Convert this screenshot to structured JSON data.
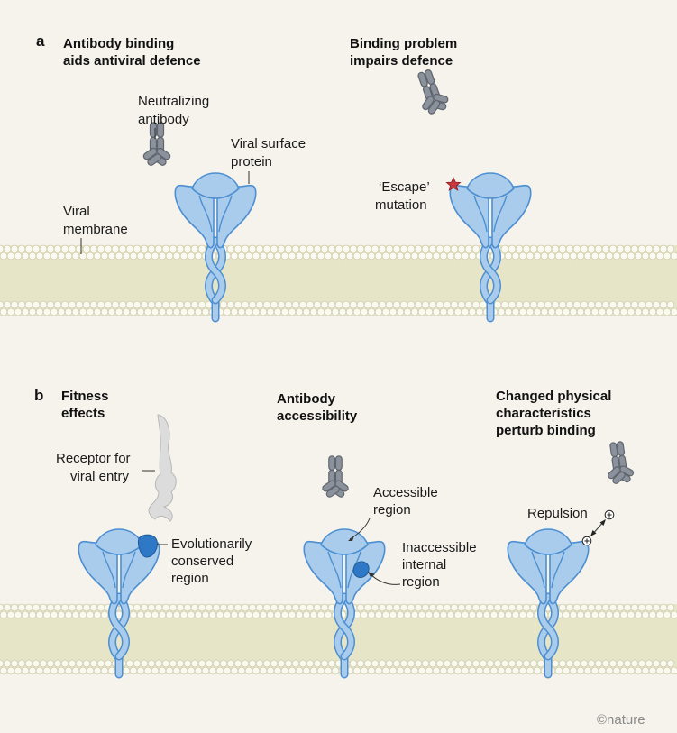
{
  "panel_a": {
    "letter": "a",
    "left_title": [
      "Antibody binding",
      "aids antiviral defence"
    ],
    "right_title": [
      "Binding problem",
      "impairs defence"
    ],
    "neutralizing_antibody": [
      "Neutralizing",
      "antibody"
    ],
    "viral_surface_protein": [
      "Viral surface",
      "protein"
    ],
    "viral_membrane": [
      "Viral",
      "membrane"
    ],
    "escape_mutation": [
      "‘Escape’",
      "mutation"
    ]
  },
  "panel_b": {
    "letter": "b",
    "fitness_title": [
      "Fitness",
      "effects"
    ],
    "accessibility_title": [
      "Antibody",
      "accessibility"
    ],
    "physical_title": [
      "Changed physical",
      "characteristics",
      "perturb binding"
    ],
    "receptor": [
      "Receptor for",
      "viral entry"
    ],
    "conserved": [
      "Evolutionarily",
      "conserved",
      "region"
    ],
    "accessible": [
      "Accessible",
      "region"
    ],
    "inaccessible": [
      "Inaccessible",
      "internal",
      "region"
    ],
    "repulsion": "Repulsion"
  },
  "credit": "©nature",
  "colors": {
    "background": "#f5f3ec",
    "membrane_band": "#e7e5c8",
    "lipid_head": "#fbfaf1",
    "protein_fill": "#a9ccec",
    "protein_outline": "#4d8fd1",
    "conserved_region": "#2f78c6",
    "antibody": "#8c929b",
    "escape_star": "#c8373b",
    "receptor": "#dcdcdc"
  }
}
